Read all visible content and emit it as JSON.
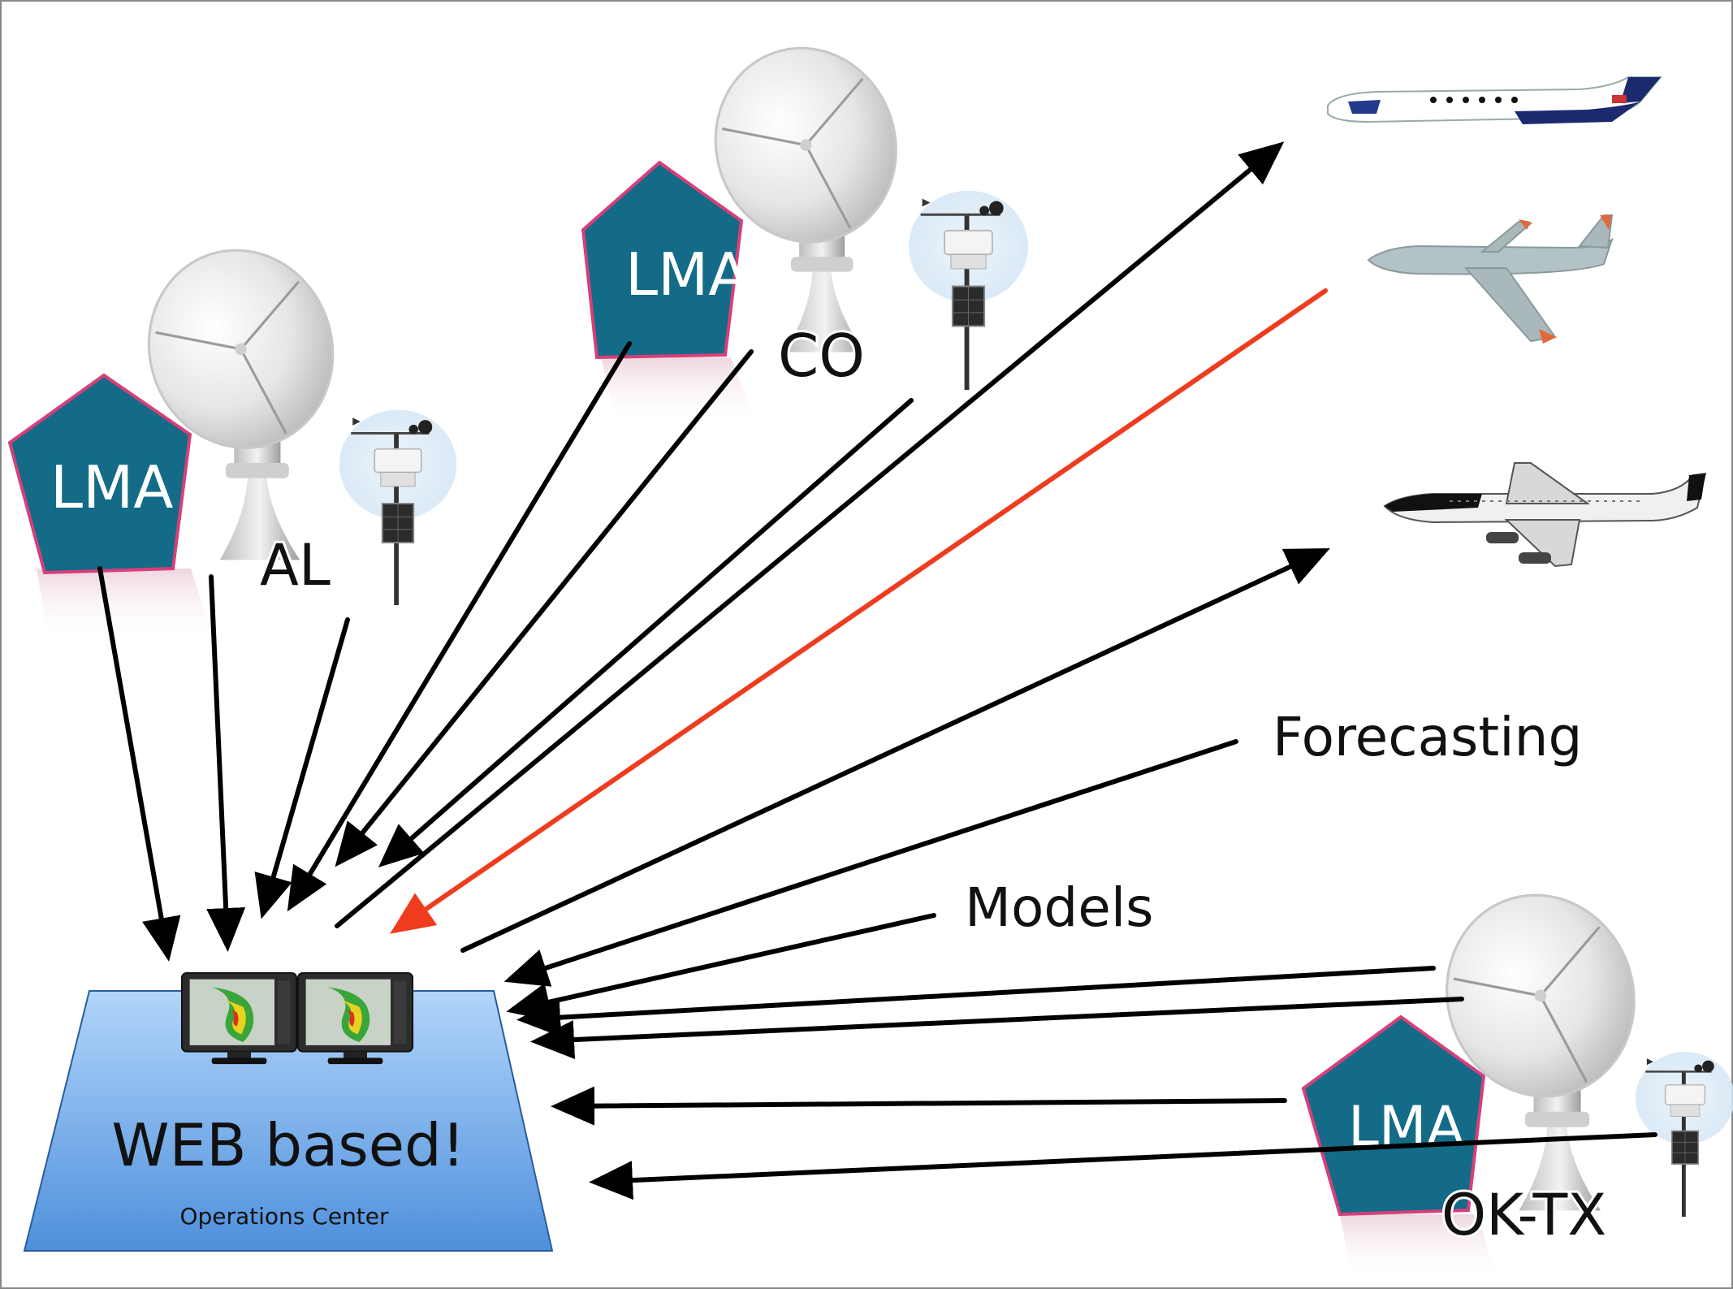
{
  "labels": {
    "lma_al": "LMA",
    "site_al": "AL",
    "lma_co": "LMA",
    "site_co": "CO",
    "lma_oktx": "LMA",
    "site_oktx": "OK-TX",
    "forecasting": "Forecasting",
    "models": "Models",
    "ops_title": "WEB based!",
    "ops_subtitle": "Operations Center"
  },
  "colors": {
    "pentagon": "#136b87",
    "pentagon_border": "#d63f7a",
    "ops_top": "#a8cdf6",
    "ops_bottom": "#4a8ed8",
    "arrow": "#000000",
    "arrow_red": "#f03c1e"
  },
  "icons": {
    "dish": "satellite-dish-icon",
    "weather_station": "weather-station-icon",
    "jet": "aircraft-icon",
    "monitor": "monitor-icon"
  }
}
